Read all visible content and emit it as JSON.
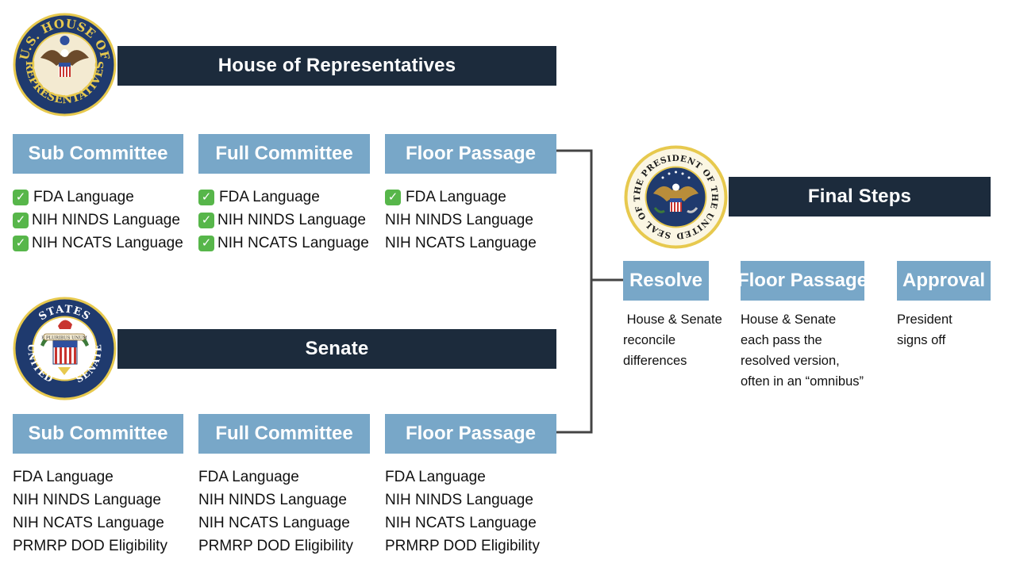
{
  "house": {
    "seal_text": "U.S. HOUSE OF REPRESENTATIVES",
    "banner": "House of Representatives",
    "stages": [
      {
        "label": "Sub Committee",
        "items": [
          {
            "text": "FDA Language",
            "checked": true
          },
          {
            "text": "NIH NINDS Language",
            "checked": true
          },
          {
            "text": "NIH NCATS Language",
            "checked": true
          }
        ]
      },
      {
        "label": "Full Committee",
        "items": [
          {
            "text": "FDA Language",
            "checked": true
          },
          {
            "text": "NIH NINDS Language",
            "checked": true
          },
          {
            "text": "NIH NCATS Language",
            "checked": true
          }
        ]
      },
      {
        "label": "Floor Passage",
        "items": [
          {
            "text": "FDA Language",
            "checked": true
          },
          {
            "text": "NIH NINDS Language",
            "checked": false
          },
          {
            "text": "NIH NCATS Language",
            "checked": false
          }
        ]
      }
    ]
  },
  "senate": {
    "seal_text": "UNITED STATES SENATE",
    "seal_motto": "E PLURIBUS UNUM",
    "banner": "Senate",
    "stages": [
      {
        "label": "Sub Committee",
        "items": [
          {
            "text": "FDA Language",
            "checked": false
          },
          {
            "text": "NIH NINDS Language",
            "checked": false
          },
          {
            "text": "NIH NCATS Language",
            "checked": false
          },
          {
            "text": "PRMRP DOD Eligibility",
            "checked": false
          }
        ]
      },
      {
        "label": "Full Committee",
        "items": [
          {
            "text": "FDA Language",
            "checked": false
          },
          {
            "text": "NIH NINDS Language",
            "checked": false
          },
          {
            "text": "NIH NCATS Language",
            "checked": false
          },
          {
            "text": "PRMRP DOD Eligibility",
            "checked": false
          }
        ]
      },
      {
        "label": "Floor Passage",
        "items": [
          {
            "text": "FDA Language",
            "checked": false
          },
          {
            "text": "NIH NINDS Language",
            "checked": false
          },
          {
            "text": "NIH NCATS Language",
            "checked": false
          },
          {
            "text": "PRMRP DOD Eligibility",
            "checked": false
          }
        ]
      }
    ]
  },
  "final": {
    "seal_text": "SEAL OF THE PRESIDENT OF THE UNITED STATES",
    "banner": "Final Steps",
    "stages": [
      {
        "label": "Resolve",
        "desc": [
          " House & Senate",
          "reconcile",
          "differences"
        ]
      },
      {
        "label": "Floor Passage",
        "desc": [
          "House & Senate",
          "each pass the",
          "resolved version,",
          "often in an “omnibus”"
        ]
      },
      {
        "label": "Approval",
        "desc": [
          "President",
          "signs off"
        ]
      }
    ]
  },
  "check_icon": "check-mark-icon",
  "colors": {
    "banner_bg": "#1c2b3c",
    "stage_bg": "#78a7c8",
    "check_green": "#57b64a",
    "connector": "#444444",
    "seal_gold": "#e7c94e",
    "seal_navy": "#1f3a6e"
  }
}
